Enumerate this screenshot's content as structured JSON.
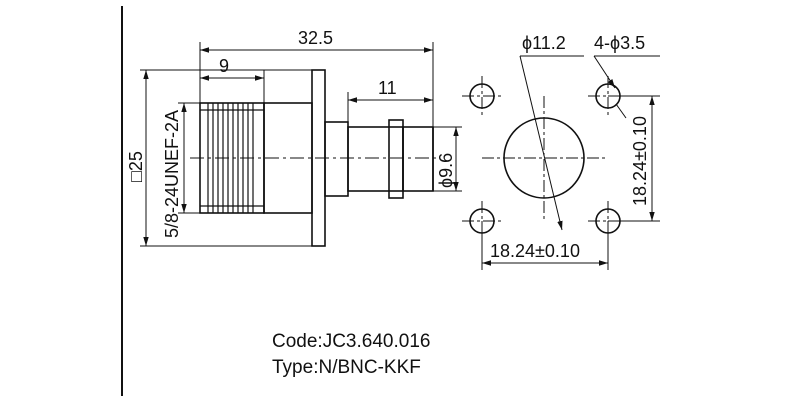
{
  "drawing": {
    "dim_overall_length": "32.5",
    "dim_thread_length": "9",
    "dim_bnc_length": "11",
    "dim_bnc_dia": "ϕ9.6",
    "dim_flange_square": "□25",
    "dim_thread_spec": "5/8-24UNEF-2A",
    "dim_center_hole": "ϕ11.2",
    "dim_mount_holes": "4-ϕ3.5",
    "dim_hole_spacing_h": "18.24±0.10",
    "dim_hole_spacing_v": "18.24±0.10"
  },
  "info": {
    "code_label": "Code:",
    "code_value": "JC3.640.016",
    "type_label": "Type:",
    "type_value": "N/BNC-KKF"
  }
}
